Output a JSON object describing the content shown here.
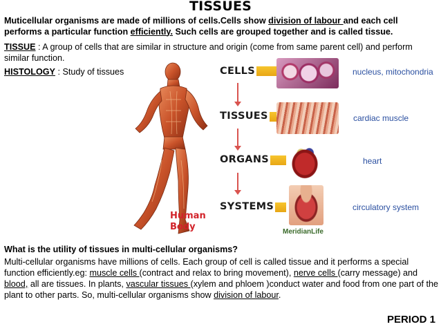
{
  "title": "TISSUES",
  "intro": {
    "part1": "Muticellular organisms are made of millions of cells.Cells show ",
    "link1": "division of labour ",
    "part2": "and each cell performs a particular function ",
    "link2": "efficiently.",
    "part3": " Such cells are grouped together and is called tissue."
  },
  "definition": {
    "term": "TISSUE",
    "text": " : A group of cells that are similar in structure and origin (come from same parent cell) and perform similar function."
  },
  "histology": {
    "term": "HISTOLOGY",
    "text": " : Study of tissues"
  },
  "diagram": {
    "body_label_line1": "Human",
    "body_label_line2": "Body",
    "levels": [
      {
        "label": "CELLS",
        "note": "nucleus, mitochondria"
      },
      {
        "label": "TISSUES",
        "note": "cardiac muscle"
      },
      {
        "label": "ORGANS",
        "note": "heart"
      },
      {
        "label": "SYSTEMS",
        "note": "circulatory system"
      }
    ],
    "logo_text": "MeridianLife",
    "colors": {
      "bar": "#f2b51f",
      "arrow": "#d9534f",
      "note": "#2a4fa0",
      "body_label": "#d2232a"
    }
  },
  "question": "What is the utility of tissues in multi-cellular organisms?",
  "answer": {
    "t1": "Multi-cellular organisms have millions of cells. Each group of cell is called tissue and it performs a special function efficiently.eg: ",
    "l1": "muscle cells ",
    "t2": "(contract and relax to bring movement), ",
    "l2": "nerve cells ",
    "t3": "(carry message) and ",
    "l3": "blood,",
    "t4": " all are tissues. In plants, ",
    "l4": "vascular tissues ",
    "t5": "(xylem and phloem )conduct water and food from one part of the plant to other parts. So, multi-cellular organisms show ",
    "l5": "division of labour",
    "t6": "."
  },
  "period": "PERIOD 1"
}
